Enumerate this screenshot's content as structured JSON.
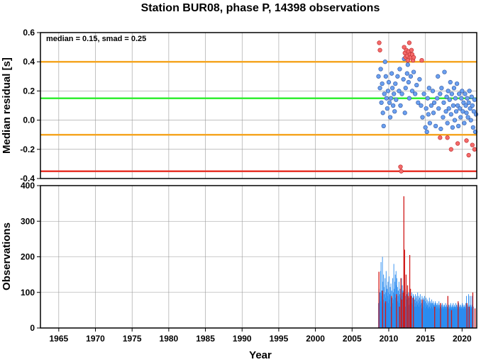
{
  "chart_data": [
    {
      "type": "scatter",
      "title": "Station BUR08, phase P, 14398 observations",
      "ylabel": "Median residual [s]",
      "annotation": "median = 0.15, smad = 0.25",
      "xlim": [
        1962.5,
        2022.0
      ],
      "ylim": [
        -0.4,
        0.6
      ],
      "yticks": [
        "-0.4",
        "-0.2",
        "0.0",
        "0.2",
        "0.4",
        "0.6"
      ],
      "hlines": [
        {
          "y": 0.15,
          "color": "#33ee33"
        },
        {
          "y": 0.4,
          "color": "#f5a623"
        },
        {
          "y": -0.1,
          "color": "#f5a623"
        },
        {
          "y": -0.35,
          "color": "#e8352b"
        }
      ],
      "colors": {
        "inlier": "#6aa0f0",
        "outlier": "#f56b6b",
        "edge": "#3a5fa8",
        "outlier_edge": "#c03030"
      },
      "series": [
        {
          "values": [
            [
              2008.6,
              0.3
            ],
            [
              2008.8,
              0.22
            ],
            [
              2008.9,
              0.35
            ],
            [
              2009.0,
              0.12
            ],
            [
              2009.1,
              0.25
            ],
            [
              2009.2,
              0.05
            ],
            [
              2009.3,
              -0.04
            ],
            [
              2009.4,
              0.18
            ],
            [
              2009.5,
              0.4
            ],
            [
              2009.6,
              0.3
            ],
            [
              2009.7,
              0.15
            ],
            [
              2009.8,
              0.08
            ],
            [
              2009.9,
              0.2
            ],
            [
              2010.0,
              0.26
            ],
            [
              2010.1,
              0.12
            ],
            [
              2010.2,
              0.02
            ],
            [
              2010.3,
              0.15
            ],
            [
              2010.4,
              0.32
            ],
            [
              2010.5,
              0.22
            ],
            [
              2010.6,
              0.1
            ],
            [
              2010.7,
              0.18
            ],
            [
              2010.8,
              0.06
            ],
            [
              2010.9,
              0.25
            ],
            [
              2011.0,
              0.14
            ],
            [
              2011.2,
              0.3
            ],
            [
              2011.4,
              0.2
            ],
            [
              2011.5,
              0.35
            ],
            [
              2011.6,
              0.1
            ],
            [
              2011.8,
              0.18
            ],
            [
              2012.0,
              0.28
            ],
            [
              2012.1,
              0.42
            ],
            [
              2012.2,
              0.05
            ],
            [
              2012.3,
              0.22
            ],
            [
              2012.5,
              0.32
            ],
            [
              2012.6,
              0.38
            ],
            [
              2012.7,
              0.26
            ],
            [
              2012.8,
              0.15
            ],
            [
              2013.0,
              0.3
            ],
            [
              2013.2,
              0.2
            ],
            [
              2013.4,
              0.33
            ],
            [
              2013.6,
              0.18
            ],
            [
              2013.8,
              0.24
            ],
            [
              2014.0,
              0.12
            ],
            [
              2014.2,
              0.28
            ],
            [
              2014.4,
              0.1
            ],
            [
              2014.6,
              0.02
            ],
            [
              2014.8,
              0.18
            ],
            [
              2015.0,
              -0.05
            ],
            [
              2015.1,
              0.08
            ],
            [
              2015.2,
              -0.08
            ],
            [
              2015.3,
              0.15
            ],
            [
              2015.4,
              0.04
            ],
            [
              2015.5,
              0.22
            ],
            [
              2015.6,
              -0.02
            ],
            [
              2015.8,
              0.1
            ],
            [
              2016.0,
              0.2
            ],
            [
              2016.1,
              0.05
            ],
            [
              2016.2,
              0.12
            ],
            [
              2016.4,
              -0.04
            ],
            [
              2016.6,
              0.15
            ],
            [
              2016.7,
              0.3
            ],
            [
              2016.8,
              0.08
            ],
            [
              2017.0,
              0.18
            ],
            [
              2017.1,
              -0.06
            ],
            [
              2017.2,
              0.22
            ],
            [
              2017.4,
              0.02
            ],
            [
              2017.5,
              0.12
            ],
            [
              2017.6,
              0.33
            ],
            [
              2017.8,
              0.06
            ],
            [
              2017.9,
              0.16
            ],
            [
              2018.0,
              -0.02
            ],
            [
              2018.1,
              0.2
            ],
            [
              2018.2,
              0.08
            ],
            [
              2018.3,
              0.14
            ],
            [
              2018.4,
              0.26
            ],
            [
              2018.5,
              0.04
            ],
            [
              2018.6,
              0.18
            ],
            [
              2018.7,
              -0.05
            ],
            [
              2018.8,
              0.1
            ],
            [
              2018.9,
              0.22
            ],
            [
              2019.0,
              0.0
            ],
            [
              2019.1,
              0.15
            ],
            [
              2019.2,
              0.06
            ],
            [
              2019.3,
              0.25
            ],
            [
              2019.4,
              0.1
            ],
            [
              2019.5,
              -0.04
            ],
            [
              2019.6,
              0.18
            ],
            [
              2019.7,
              0.08
            ],
            [
              2019.8,
              0.02
            ],
            [
              2019.9,
              0.15
            ],
            [
              2020.0,
              0.2
            ],
            [
              2020.1,
              0.06
            ],
            [
              2020.2,
              0.12
            ],
            [
              2020.3,
              -0.02
            ],
            [
              2020.4,
              0.18
            ],
            [
              2020.5,
              0.1
            ],
            [
              2020.6,
              0.05
            ],
            [
              2020.7,
              0.15
            ],
            [
              2020.8,
              0.02
            ],
            [
              2020.9,
              0.12
            ],
            [
              2021.0,
              0.2
            ],
            [
              2021.1,
              0.08
            ],
            [
              2021.2,
              0.0
            ],
            [
              2021.3,
              0.16
            ],
            [
              2021.4,
              0.1
            ],
            [
              2021.5,
              -0.05
            ],
            [
              2021.6,
              0.06
            ],
            [
              2021.7,
              0.14
            ],
            [
              2021.8,
              -0.08
            ],
            [
              2021.9,
              0.04
            ]
          ]
        },
        {
          "values": [
            [
              2008.7,
              0.53
            ],
            [
              2008.8,
              0.48
            ],
            [
              2011.6,
              -0.32
            ],
            [
              2011.7,
              -0.35
            ],
            [
              2012.1,
              0.5
            ],
            [
              2012.2,
              0.46
            ],
            [
              2012.3,
              0.43
            ],
            [
              2012.4,
              0.48
            ],
            [
              2012.5,
              0.44
            ],
            [
              2012.6,
              0.41
            ],
            [
              2012.7,
              0.47
            ],
            [
              2012.8,
              0.53
            ],
            [
              2012.9,
              0.45
            ],
            [
              2013.0,
              0.43
            ],
            [
              2013.1,
              0.48
            ],
            [
              2013.2,
              0.45
            ],
            [
              2013.3,
              0.41
            ],
            [
              2013.4,
              0.43
            ],
            [
              2014.5,
              0.41
            ],
            [
              2017.0,
              -0.12
            ],
            [
              2018.0,
              -0.12
            ],
            [
              2018.5,
              -0.2
            ],
            [
              2019.4,
              -0.16
            ],
            [
              2020.6,
              -0.14
            ],
            [
              2020.9,
              -0.24
            ],
            [
              2021.4,
              -0.17
            ],
            [
              2021.7,
              -0.2
            ]
          ]
        }
      ]
    },
    {
      "type": "bar",
      "ylabel": "Observations",
      "xlabel": "Year",
      "xlim": [
        1962.5,
        2022.0
      ],
      "ylim": [
        0,
        400
      ],
      "yticks": [
        "0",
        "100",
        "200",
        "300",
        "400"
      ],
      "xticks": [
        "1965",
        "1970",
        "1975",
        "1980",
        "1985",
        "1990",
        "1995",
        "2000",
        "2005",
        "2010",
        "2015",
        "2020"
      ],
      "colors": {
        "bar": "#2b8cf0",
        "outlier_bar": "#d01818"
      },
      "bar_start": 2008.55,
      "bar_step": 0.05,
      "values": [
        70,
        95,
        110,
        80,
        100,
        75,
        160,
        185,
        90,
        105,
        60,
        200,
        130,
        80,
        150,
        115,
        95,
        70,
        140,
        100,
        85,
        160,
        120,
        75,
        110,
        90,
        130,
        70,
        100,
        145,
        80,
        95,
        115,
        60,
        125,
        90,
        105,
        85,
        70,
        140,
        100,
        80,
        180,
        110,
        95,
        130,
        150,
        85,
        160,
        120,
        140,
        90,
        115,
        75,
        105,
        90,
        130,
        70,
        95,
        110,
        85,
        100,
        75,
        140,
        90,
        120,
        80,
        105,
        95,
        70,
        115,
        85,
        100,
        60,
        90,
        110,
        75,
        95,
        80,
        105,
        70,
        90,
        100,
        65,
        85,
        110,
        75,
        95,
        60,
        90,
        80,
        100,
        70,
        85,
        65,
        95,
        75,
        90,
        60,
        80,
        70,
        95,
        85,
        60,
        90,
        75,
        65,
        100,
        80,
        70,
        90,
        60,
        85,
        75,
        95,
        65,
        80,
        70,
        55,
        90,
        75,
        65,
        85,
        60,
        80,
        70,
        90,
        55,
        75,
        65,
        85,
        60,
        70,
        80,
        65,
        55,
        75,
        60,
        70,
        85,
        60,
        75,
        55,
        70,
        65,
        80,
        60,
        70,
        55,
        75,
        65,
        60,
        70,
        55,
        65,
        75,
        60,
        70,
        55,
        65,
        60,
        70,
        55,
        65,
        60,
        75,
        55,
        65,
        60,
        70,
        55,
        60,
        65,
        55,
        70,
        60,
        55,
        65,
        60,
        55,
        65,
        60,
        55,
        70,
        60,
        55,
        65,
        60,
        55,
        70,
        60,
        55,
        65,
        60,
        55,
        65,
        60,
        70,
        55,
        60,
        55,
        65,
        60,
        55,
        70,
        60,
        55,
        65,
        60,
        55,
        60,
        70,
        55,
        65,
        60,
        55,
        65,
        60,
        55,
        70,
        60,
        55,
        65,
        60,
        55,
        65,
        60,
        55,
        60,
        70,
        55,
        65,
        60,
        55,
        60,
        65,
        55,
        60,
        70,
        55,
        90,
        55,
        60,
        65,
        55,
        60,
        95,
        90,
        60,
        55,
        65,
        60,
        90,
        55,
        60,
        65,
        90,
        60,
        55,
        60
      ],
      "outliers": [
        [
          2008.6,
          158
        ],
        [
          2009.1,
          105
        ],
        [
          2009.5,
          75
        ],
        [
          2010.3,
          90
        ],
        [
          2011.0,
          95
        ],
        [
          2011.4,
          60
        ],
        [
          2011.6,
          140
        ],
        [
          2011.7,
          80
        ],
        [
          2011.9,
          100
        ],
        [
          2012.0,
          370
        ],
        [
          2012.1,
          220
        ],
        [
          2012.3,
          150
        ],
        [
          2012.5,
          120
        ],
        [
          2012.6,
          90
        ],
        [
          2012.8,
          205
        ],
        [
          2012.9,
          110
        ],
        [
          2013.0,
          90
        ],
        [
          2013.3,
          85
        ],
        [
          2014.5,
          80
        ],
        [
          2016.2,
          60
        ],
        [
          2017.0,
          70
        ],
        [
          2018.0,
          90
        ],
        [
          2018.5,
          50
        ],
        [
          2019.4,
          75
        ],
        [
          2020.6,
          70
        ],
        [
          2020.9,
          60
        ],
        [
          2021.4,
          100
        ],
        [
          2021.7,
          55
        ]
      ]
    }
  ]
}
